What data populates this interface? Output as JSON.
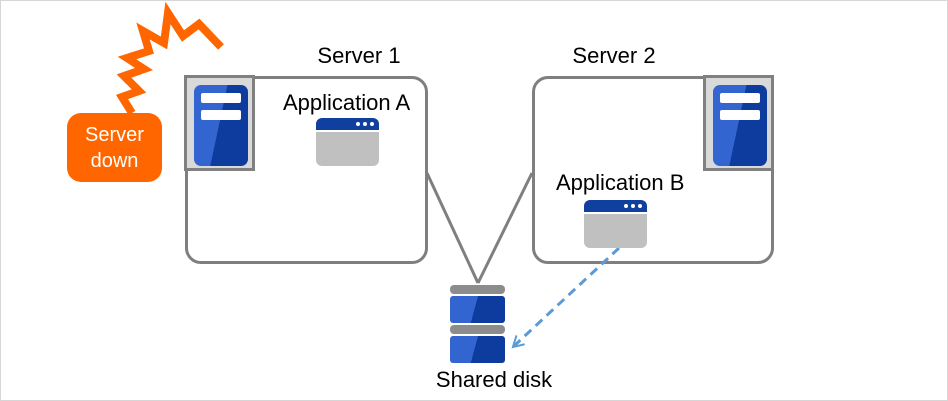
{
  "diagram": {
    "incident_badge": {
      "line1": "Server",
      "line2": "down"
    },
    "server1": {
      "label": "Server 1",
      "application": {
        "label": "Application A"
      }
    },
    "server2": {
      "label": "Server 2",
      "application": {
        "label": "Application B"
      }
    },
    "shared_disk": {
      "label": "Shared disk"
    }
  },
  "icons": {
    "crash_burst": "orange zigzag crash burst",
    "server_tower": "blue server tower in gray frame",
    "app_window": "window with blue titlebar and three dots",
    "disk_stack": "blue disk stack with gray bands",
    "dashed_arrow": "blue dashed open arrow"
  },
  "colors": {
    "orange": "#FF6600",
    "blue-light": "#3365D1",
    "blue-dark": "#0E3C9E",
    "titlebar-blue": "#10409F",
    "window-gray": "#C0C0C0",
    "line-gray": "#7F7F7F",
    "icon-bg": "#D9D9D9",
    "icon-border": "#808080",
    "disk-gray": "#8C8C8C",
    "arrow-blue": "#5B9BD5",
    "canvas-border": "#D6D6D6",
    "text": "#000000",
    "badge-text": "#FFFFFF"
  }
}
